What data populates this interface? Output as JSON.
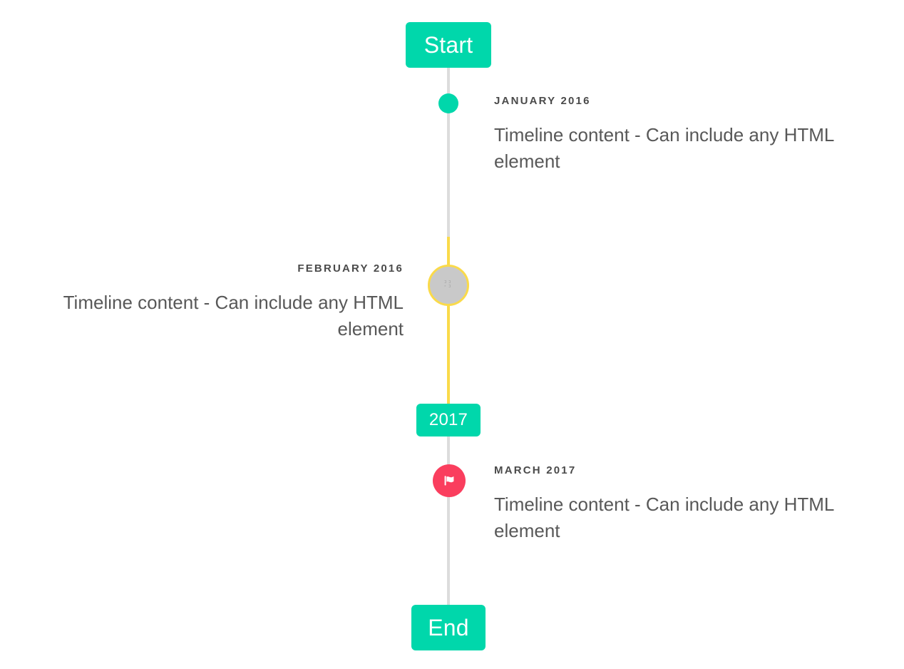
{
  "theme": {
    "accent_teal": "#00d7ab",
    "accent_yellow": "#fada4a",
    "accent_pink": "#fa3e5e",
    "line_grey": "#dcdcdc",
    "marker_grey": "#c9c9c9",
    "text_grey": "#585858",
    "label_grey": "#4a4a4a",
    "background": "#ffffff"
  },
  "caps": {
    "start": "Start",
    "middle": "2017",
    "end": "End"
  },
  "events": [
    {
      "id": "january-2016",
      "label": "JANUARY 2016",
      "body": "Timeline content - Can include any HTML element",
      "side": "right",
      "marker": "dot-icon",
      "marker_color": "#00d7ab"
    },
    {
      "id": "february-2016",
      "label": "FEBRUARY 2016",
      "body": "Timeline content - Can include any HTML element",
      "side": "left",
      "marker": "missing-glyph-icon",
      "marker_color": "#c9c9c9",
      "marker_border_color": "#fada4a"
    },
    {
      "id": "march-2017",
      "label": "MARCH 2017",
      "body": "Timeline content - Can include any HTML element",
      "side": "right",
      "marker": "flag-icon",
      "marker_color": "#fa3e5e"
    }
  ]
}
